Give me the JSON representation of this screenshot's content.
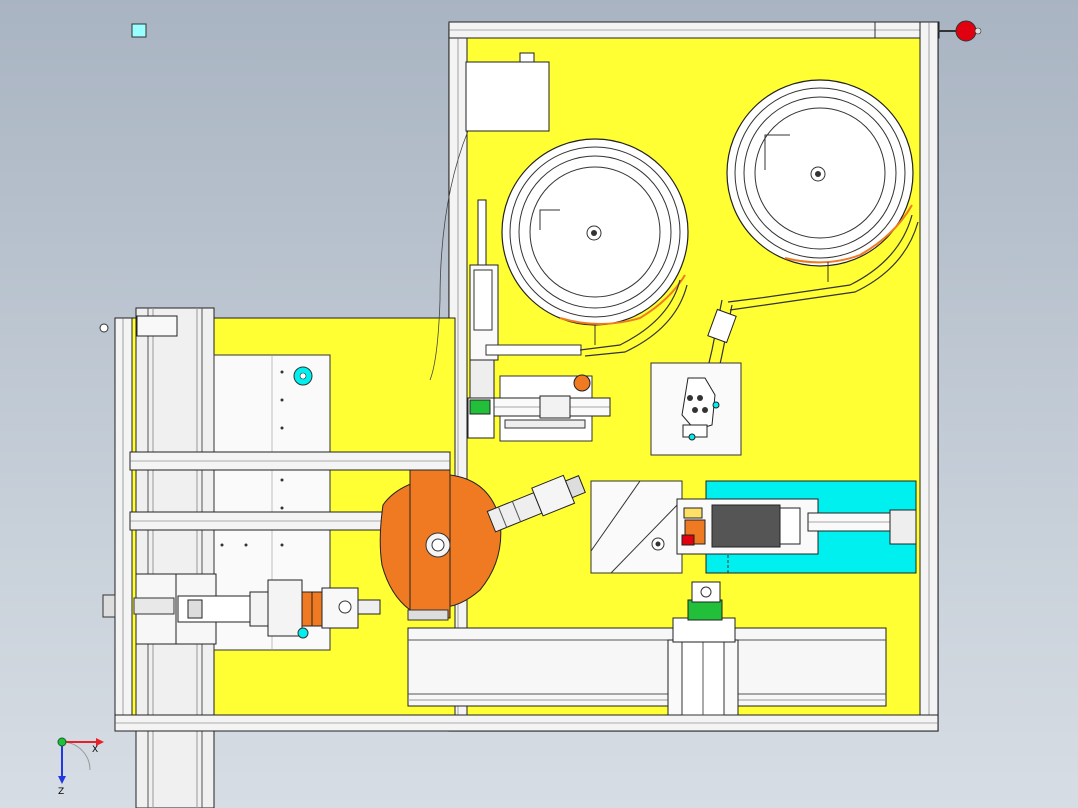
{
  "view": {
    "orientation_triad": {
      "x_label": "X",
      "z_label": "Z",
      "x_color": "#e8202a",
      "y_color": "#22c03a",
      "z_color": "#2238e0"
    }
  },
  "colors": {
    "background_top": "#a9b4c2",
    "background_bottom": "#d7dde4",
    "table_plate": "#ffff33",
    "accent_orange": "#f07a22",
    "accent_cyan": "#00f0f0",
    "aluminium_frame": "#f2f2f2",
    "outline": "#222222",
    "estop_red": "#e00010"
  },
  "components": [
    "aluminium-profile-frame",
    "vibratory-bowl-feeder-1",
    "vibratory-bowl-feeder-2",
    "rotary-index-table",
    "pneumatic-gripper-module",
    "linear-slide-rail",
    "cylinder-actuator",
    "control-box",
    "emergency-stop-button"
  ]
}
